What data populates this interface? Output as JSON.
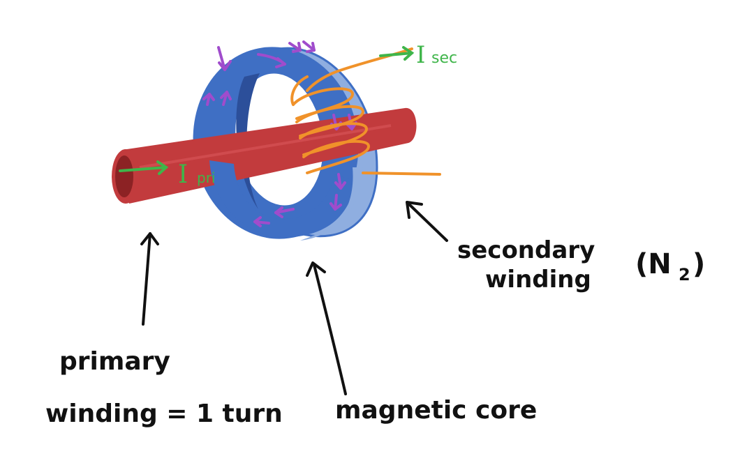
{
  "labels": {
    "current_secondary_main": "I",
    "current_secondary_sub": "sec",
    "current_primary_main": "I",
    "current_primary_sub": "pri",
    "secondary_line1": "secondary",
    "secondary_line2": "winding",
    "turns": "(N",
    "turns_sub": "2",
    "turns_close": ")",
    "primary_line1": "primary",
    "primary_line2": "winding = 1 turn",
    "core": "magnetic core"
  },
  "colors": {
    "current_label": "#3fb54a",
    "core_fill": "#3f6fc4",
    "core_face": "#8faee0",
    "core_inner": "#2c4f9a",
    "conductor": "#c23b3d",
    "conductor_dark": "#8c2224",
    "winding": "#f0922a",
    "flux_arrows": "#a04ccc",
    "annotation": "#111111"
  }
}
